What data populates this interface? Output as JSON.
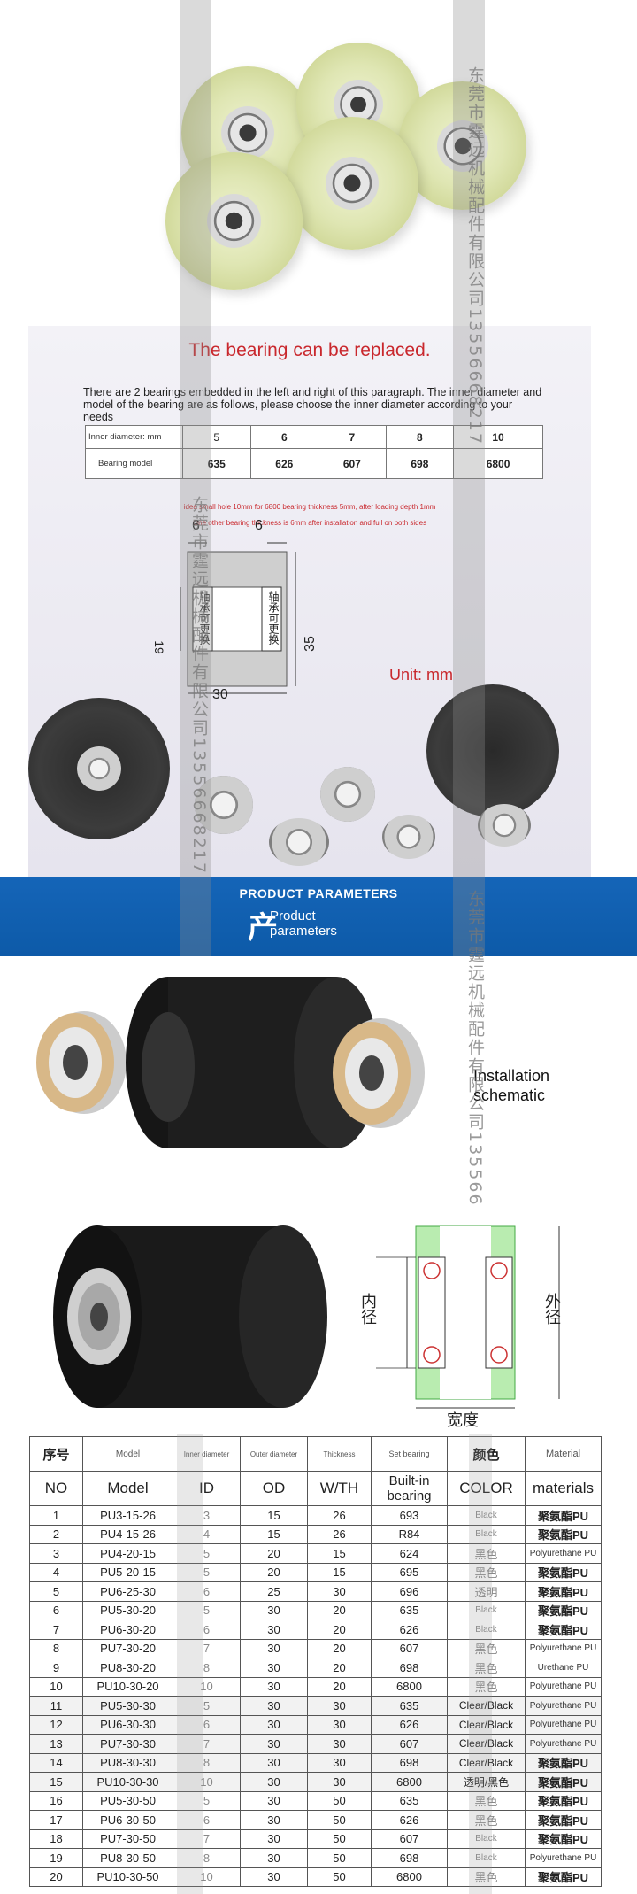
{
  "watermark": {
    "vertical_text": "东莞市霆远机械配件有限公司13556668217",
    "vertical_text_partial": "东莞市霆远机械配件有限公司135566"
  },
  "info": {
    "title": "The bearing can be replaced.",
    "note": "There are 2 bearings embedded in the left and right of this paragraph. The inner diameter and model of the bearing are as follows, please choose the inner diameter according to your needs",
    "table": {
      "row1_label": "Inner diameter: mm",
      "row1_values": [
        "5",
        "6",
        "7",
        "8",
        "10"
      ],
      "row2_label": "Bearing model",
      "row2_values": [
        "635",
        "626",
        "607",
        "698",
        "6800"
      ]
    },
    "small_note_1": "idea small hole 10mm for 6800 bearing thickness 5mm, after loading depth 1mm",
    "small_note_2": "One other bearing thickness is 6mm after installation and full on both sides",
    "drawing": {
      "dim_left": "6",
      "dim_right": "6",
      "dim_height": "35",
      "dim_inner": "19",
      "dim_width": "30",
      "label_left": "轴承可更换",
      "label_right": "轴承可更换"
    },
    "unit": "Unit: mm"
  },
  "banner": {
    "top": "PRODUCT PARAMETERS",
    "sub_line1": "Product",
    "sub_line2": "parameters"
  },
  "schematic": {
    "install_line1": "Installation",
    "install_line2": "schematic",
    "inner_label": "内径",
    "outer_label": "外径",
    "width_label": "宽度"
  },
  "params": {
    "header_zh": [
      "序号",
      "Model",
      "Inner diameter",
      "Outer diameter",
      "Thickness",
      "Set bearing",
      "颜色",
      "Material"
    ],
    "header_en": [
      "NO",
      "Model",
      "ID",
      "OD",
      "W/TH",
      "Built-in bearing",
      "COLOR",
      "materials"
    ],
    "rows": [
      [
        "1",
        "PU3-15-26",
        "3",
        "15",
        "26",
        "693",
        "Black",
        "聚氨酯PU"
      ],
      [
        "2",
        "PU4-15-26",
        "4",
        "15",
        "26",
        "R84",
        "Black",
        "聚氨酯PU"
      ],
      [
        "3",
        "PU4-20-15",
        "5",
        "20",
        "15",
        "624",
        "黑色",
        "Polyurethane PU"
      ],
      [
        "4",
        "PU5-20-15",
        "5",
        "20",
        "15",
        "695",
        "黑色",
        "聚氨酯PU"
      ],
      [
        "5",
        "PU6-25-30",
        "6",
        "25",
        "30",
        "696",
        "透明",
        "聚氨酯PU"
      ],
      [
        "6",
        "PU5-30-20",
        "5",
        "30",
        "20",
        "635",
        "Black",
        "聚氨酯PU"
      ],
      [
        "7",
        "PU6-30-20",
        "6",
        "30",
        "20",
        "626",
        "Black",
        "聚氨酯PU"
      ],
      [
        "8",
        "PU7-30-20",
        "7",
        "30",
        "20",
        "607",
        "黑色",
        "Polyurethane PU"
      ],
      [
        "9",
        "PU8-30-20",
        "8",
        "30",
        "20",
        "698",
        "黑色",
        "Urethane PU"
      ],
      [
        "10",
        "PU10-30-20",
        "10",
        "30",
        "20",
        "6800",
        "黑色",
        "Polyurethane PU"
      ],
      [
        "11",
        "PU5-30-30",
        "5",
        "30",
        "30",
        "635",
        "Clear/Black",
        "Polyurethane PU"
      ],
      [
        "12",
        "PU6-30-30",
        "6",
        "30",
        "30",
        "626",
        "Clear/Black",
        "Polyurethane PU"
      ],
      [
        "13",
        "PU7-30-30",
        "7",
        "30",
        "30",
        "607",
        "Clear/Black",
        "Polyurethane PU"
      ],
      [
        "14",
        "PU8-30-30",
        "8",
        "30",
        "30",
        "698",
        "Clear/Black",
        "聚氨酯PU"
      ],
      [
        "15",
        "PU10-30-30",
        "10",
        "30",
        "30",
        "6800",
        "透明/黑色",
        "聚氨酯PU"
      ],
      [
        "16",
        "PU5-30-50",
        "5",
        "30",
        "50",
        "635",
        "黑色",
        "聚氨酯PU"
      ],
      [
        "17",
        "PU6-30-50",
        "6",
        "30",
        "50",
        "626",
        "黑色",
        "聚氨酯PU"
      ],
      [
        "18",
        "PU7-30-50",
        "7",
        "30",
        "50",
        "607",
        "Black",
        "聚氨酯PU"
      ],
      [
        "19",
        "PU8-30-50",
        "8",
        "30",
        "50",
        "698",
        "Black",
        "Polyurethane PU"
      ],
      [
        "20",
        "PU10-30-50",
        "10",
        "30",
        "50",
        "6800",
        "黑色",
        "聚氨酯PU"
      ]
    ]
  },
  "colors": {
    "brand_red": "#c9282d",
    "banner_blue": "#1565b8",
    "pu_yellow": "#dfe6b3",
    "green_hatch": "#b9ecb0"
  }
}
